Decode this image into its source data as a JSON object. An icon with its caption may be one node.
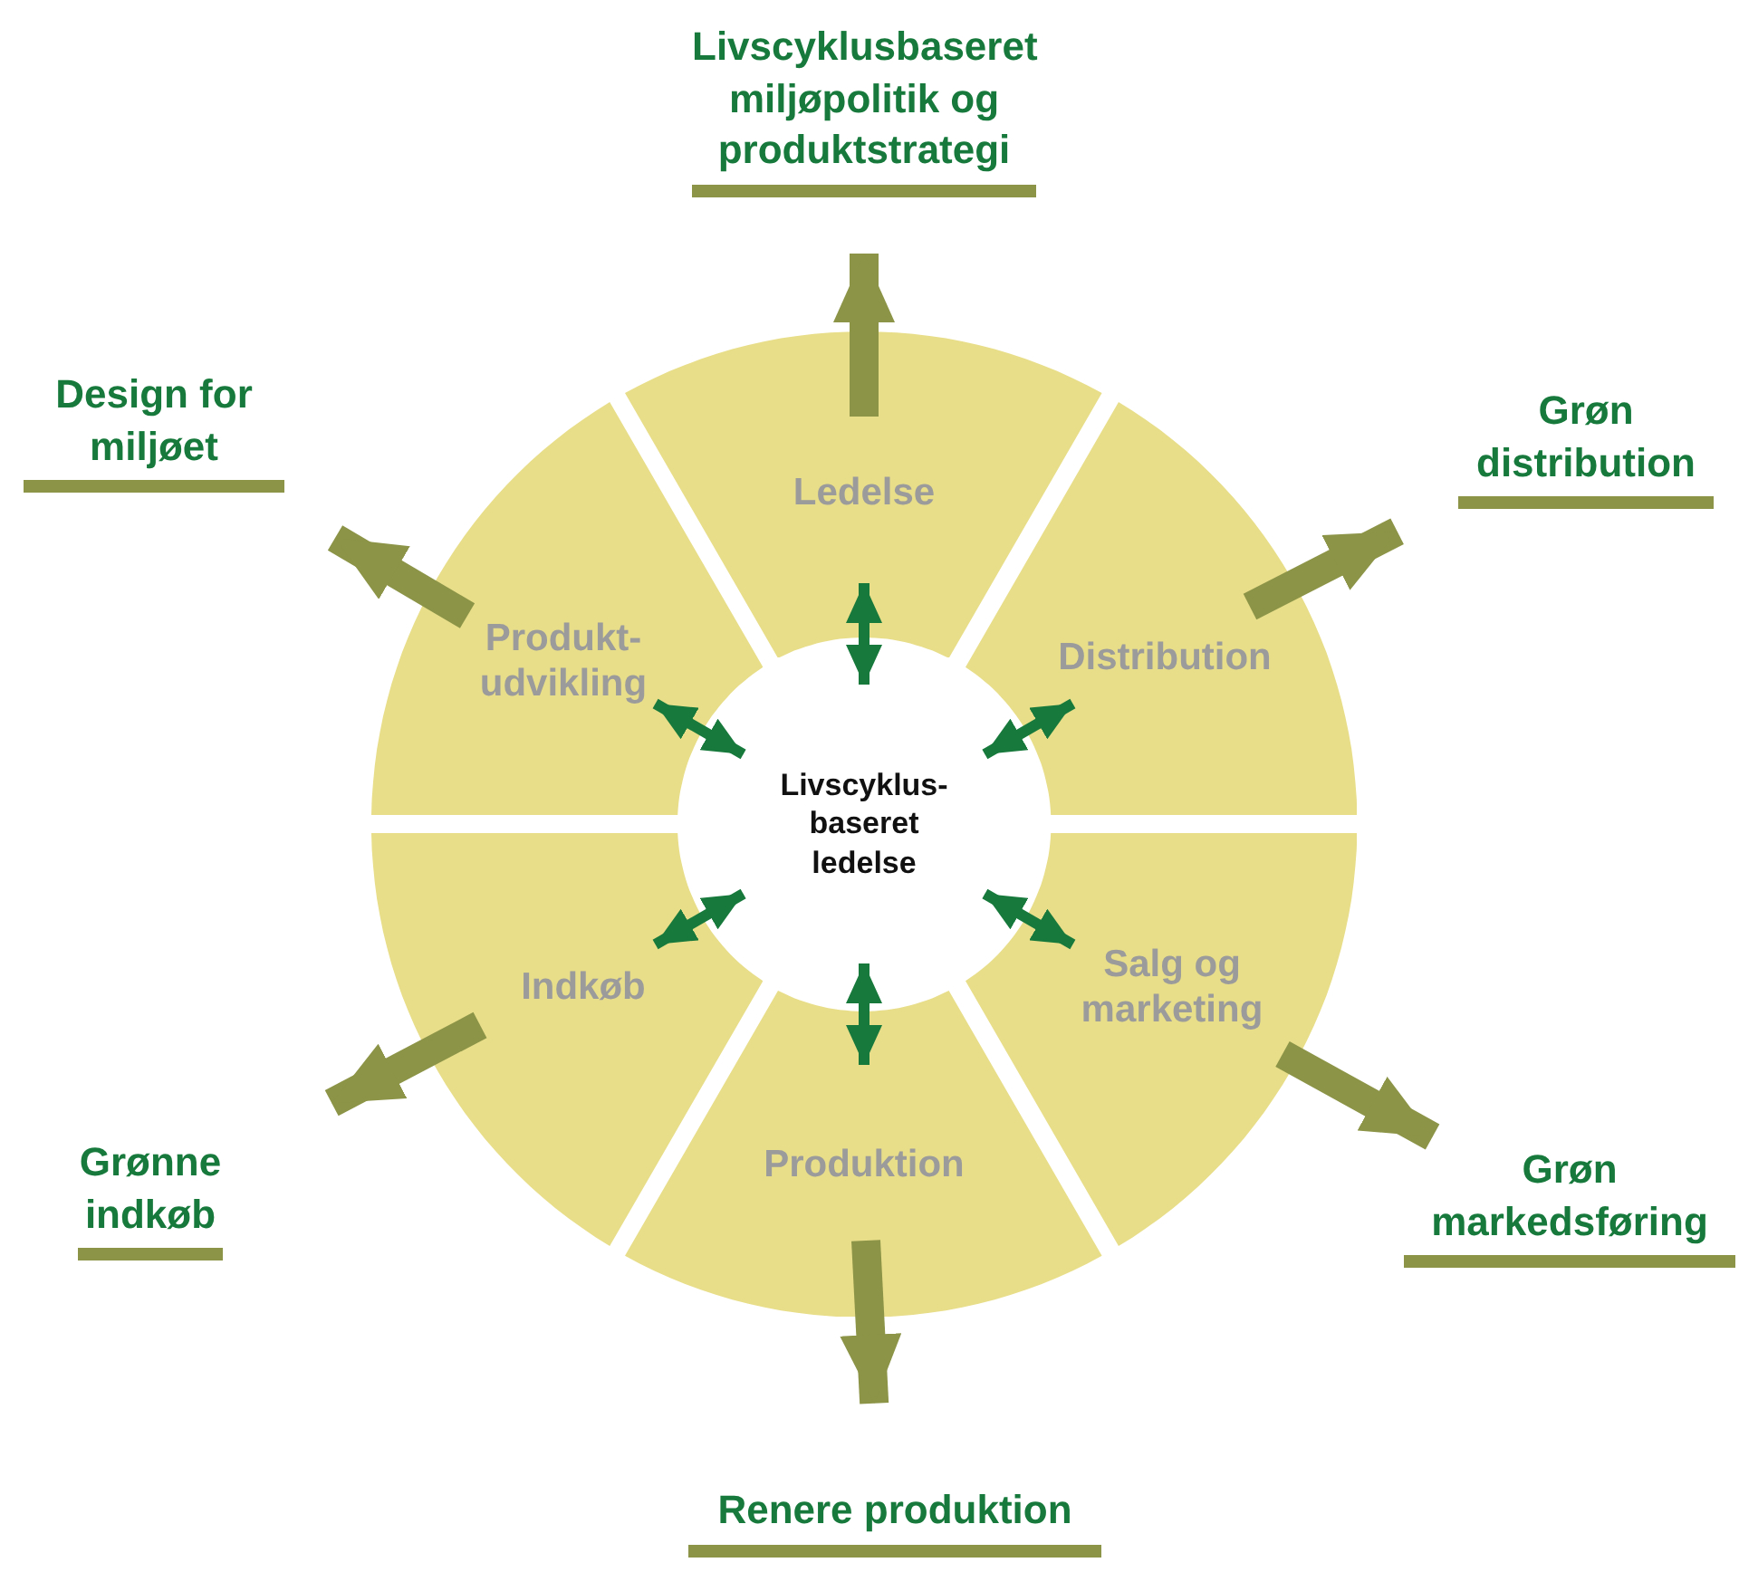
{
  "diagram": {
    "nodes": [
      {
        "text": [
          "Livscyklus- baseret ledelse"
        ]
      },
      {
        "text": [
          "Ledelse"
        ]
      },
      {
        "text": [
          "Distribution"
        ]
      },
      {
        "text": [
          "Salg og marketing"
        ]
      },
      {
        "text": [
          "Produktion"
        ]
      },
      {
        "text": [
          "Indkøb"
        ]
      },
      {
        "text": [
          "Produkt- udvikling"
        ]
      },
      {
        "text": [
          "Livscyklusbaseret miljøpolitik og produktstrategi"
        ]
      },
      {
        "text": [
          "Grøn distribution"
        ]
      },
      {
        "text": [
          "Grøn markedsføring"
        ]
      },
      {
        "text": [
          "Renere produktion"
        ]
      },
      {
        "text": [
          "Grønne indkøb"
        ]
      },
      {
        "text": [
          "Design for miljøet"
        ]
      }
    ],
    "edges": [
      {
        "from": 0,
        "to": 1,
        "arrow": "both",
        "color": "#177a3c"
      },
      {
        "from": 0,
        "to": 2,
        "arrow": "both",
        "color": "#177a3c"
      },
      {
        "from": 0,
        "to": 3,
        "arrow": "both",
        "color": "#177a3c"
      },
      {
        "from": 0,
        "to": 4,
        "arrow": "both",
        "color": "#177a3c"
      },
      {
        "from": 0,
        "to": 5,
        "arrow": "both",
        "color": "#177a3c"
      },
      {
        "from": 0,
        "to": 6,
        "arrow": "both",
        "color": "#177a3c"
      },
      {
        "from": 1,
        "to": 7,
        "arrow": "to",
        "style": "thick",
        "color": "#8c9447"
      },
      {
        "from": 2,
        "to": 8,
        "arrow": "to",
        "style": "thick",
        "color": "#8c9447"
      },
      {
        "from": 3,
        "to": 9,
        "arrow": "to",
        "style": "thick",
        "color": "#8c9447"
      },
      {
        "from": 4,
        "to": 10,
        "arrow": "to",
        "style": "thick",
        "color": "#8c9447"
      },
      {
        "from": 5,
        "to": 11,
        "arrow": "to",
        "style": "thick",
        "color": "#8c9447"
      },
      {
        "from": 6,
        "to": 12,
        "arrow": "to",
        "style": "thick",
        "color": "#8c9447"
      }
    ]
  }
}
